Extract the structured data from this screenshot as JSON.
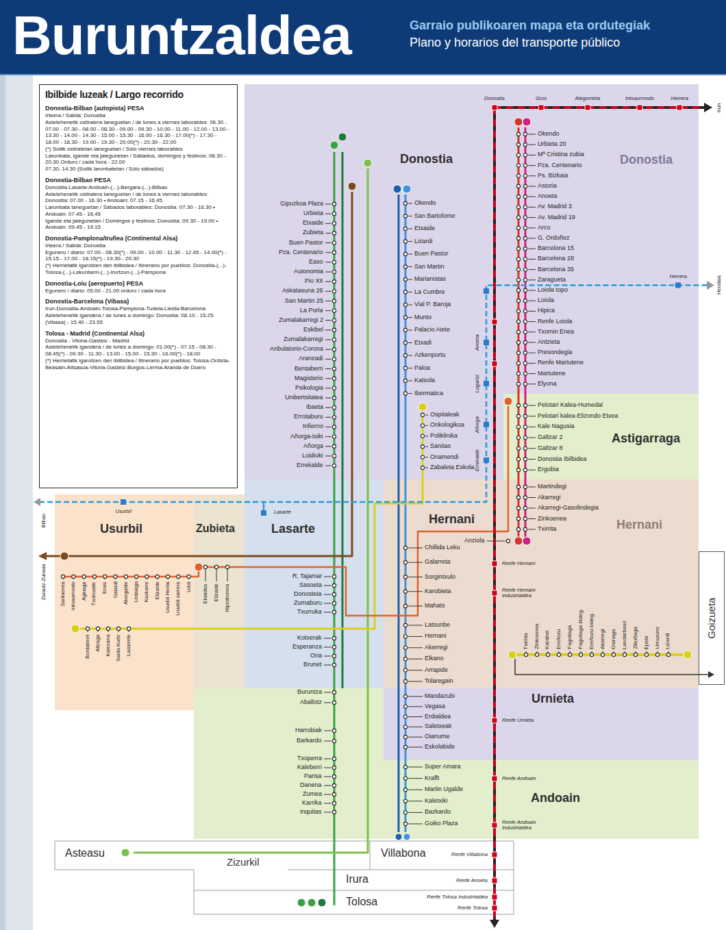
{
  "diagram": {
    "title": "Buruntzaldea",
    "nodes": [
      {
        "text": [
          "Ibilbide luzeak / Largo recorrido",
          "Donostia-Bilbao (autopista) PESA",
          "Irteera / Salida: Donostia",
          "Astelehenetik ostiralera laneguetan / de lunes a viernes laborables: 06.30 - 07.00 - 07.30 - 08.00 - 08.30 - 09.00 - 09.30 - 10.00 - 11.00 - 12.00 - 13.00 - 13.30 - 14.00 - 14.30 - 15.00 - 15.30 - 16.00 - 16.30 - 17.00(*) - 17.30 - 18.00 - 18.30 - 19.00 - 19.30 - 20.00(*) - 20.30 - 22.00",
          "(*) Soilik ostiraletan laneguetan / Sólo viernes laborables",
          "Larunbata, igande eta jaiegunetan / Sábados, domingos y festivos: 08.30 - 20.30 Orduro / cada hora - 22.00",
          "07.30, 14.30 (Soilik larunbatetan / Sólo sábados)",
          "Donostia-Bilbao PESA",
          "Donostia-Lasarte-Andoain-(...)-Bergara-(...)-Bilbao",
          "Astelehenetik ostiralera laneguetan / de lunes a viernes laborables: Donostia: 07.00 - 16.30 • Andoain: 07.15 - 16.45",
          "Larunbata laneguetan / Sábados laborables: Donostia: 07.30 - 16.30 • Andoain: 07.45 - 16.45",
          "Igande eta jaiegunetan / Domingos y festivos: Donostia: 09.30 - 19.00 • Andoain: 09.45 - 19.15",
          "Donostia-Pamplona/Iruñea (Continental Alsa)",
          "Irteera / Salida: Donostia",
          "Egunero / diario: 07.00 - 08.30(*) - 09.00 - 10.00 - 11.30 - 12.45 - 14.00(*) - 15.15 - 17.00 - 18.15(*) - 19.30 - 20.30",
          "(*) Herrietatik igarotzen den ibilbidea / Itinerario por pueblos: Donostia-(...)-Tolosa-(...)-Lekunberri-(...)-Irurtzun-(...)-Pamplona",
          "Donostia-Loiu (aeropuerto) PESA",
          "Egunero / diario: 05.00 - 21.00 orduro / cada hora",
          "Donostia-Barcelona (Vibasa)",
          "Irun-Donostia-Andoain-Tolosa-Pamplona-Tudela-Lleida-Barcelona",
          "Astelehenetik igandera / de lunes a domingo: Donostia: 08.10 - 15.25 (Vibasa) - 15.40 - 23.55",
          "Tolosa - Madrid (Continental Alsa)",
          "Donostia - Vitoria-Gasteiz - Madrid",
          "Astelehenetik igandera / de lunes a domingo: 01.00(*) - 07.15 - 08.30 - 08.45(*) - 09.30 - 11.30 - 13.00 - 15.00 - 15.30 - 16.00(*) - 18.00",
          "(*) Herrietatik igarotzen den ibilbidea / Itinerario por pueblos: Tolosa-Ordizia-Beasain-Altsasua-Vitoria-Gasteiz-Burgos-Lerma-Aranda de Duero"
        ]
      },
      {
        "text": [
          "Donostia"
        ]
      },
      {
        "text": [
          "Astigarraga"
        ]
      },
      {
        "text": [
          "Lasarte"
        ]
      },
      {
        "text": [
          "Hernani"
        ]
      },
      {
        "text": [
          "Usurbil"
        ]
      },
      {
        "text": [
          "Zubieta"
        ]
      },
      {
        "text": [
          "Urnieta"
        ]
      },
      {
        "text": [
          "Andoain"
        ]
      },
      {
        "text": [
          "Goizueta"
        ]
      },
      {
        "text": [
          "Asteasu"
        ]
      },
      {
        "text": [
          "Villabona"
        ]
      },
      {
        "text": [
          "Irura"
        ]
      },
      {
        "text": [
          "Tolosa"
        ]
      }
    ],
    "labels": [
      "Garraio publikoaren mapa eta ordutegiak",
      "Plano y horarios del transporte público",
      "Donostia",
      "Hernani",
      "Donostia",
      "Gros",
      "Ategorrieta",
      "Intxaurrondo",
      "Herrera",
      "Irun",
      "Anoeta",
      "Lugaritz",
      "Añorga",
      "Errekalde",
      "Herrera",
      "Hendaia",
      "Usurbil",
      "Lasarte",
      "Bilbao",
      "Zarautz-Zumaia",
      "Renfe Hernani",
      "Renfe Hernani Industrialdea",
      "Renfe Urnieta",
      "Renfe Andoain",
      "Renfe Andoain Industrialdea",
      "Renfe Villabona",
      "Renfe Anoeta",
      "Renfe Tolosa Industrialdea",
      "Renfe Tolosa",
      "Gipuzkoa Plaza",
      "Urbieta",
      "Etxaide",
      "Zubieta",
      "Buen Pastor",
      "Pza. Centenario",
      "Easo",
      "Autonomia",
      "Pio XII",
      "Askatasuna 26",
      "San Martin 25",
      "La Porla",
      "Zumalakarregi 2",
      "Eskibel",
      "Zumalakarregi",
      "Anbulatorio-Corona",
      "Aranzadi",
      "Bentaberri",
      "Magisterio",
      "Psikologia",
      "Unibertsitatea",
      "Ibaeta",
      "Errotaburu",
      "Infierno",
      "Añorga-txiki",
      "Añorga",
      "Loidioki",
      "Errekalde",
      "Okendo",
      "San Bartolome",
      "Etxaide",
      "Lizardi",
      "Buen Pastor",
      "San Martin",
      "Marianistas",
      "La Cumbre",
      "Vial P. Baroja",
      "Munto",
      "Palacio Aiete",
      "Etxadi",
      "Azkenportu",
      "Paloa",
      "Katsola",
      "Ibermatica",
      "Ospitaleak",
      "Onkologikoa",
      "Poliklinika",
      "Sanitas",
      "Onamendi",
      "Zabaleta Eskola",
      "Okendo",
      "Urbieta 20",
      "Mª Cristina zubia",
      "Pza. Centenario",
      "Ps. Bizkaia",
      "Astoria",
      "Anoeta",
      "Av. Madrid 3",
      "Av. Madrid 19",
      "Arco",
      "G. Ordoñez",
      "Barcelona 15",
      "Barcelona 28",
      "Barcelona 35",
      "Zaragueta",
      "Loiola topo",
      "Loiola",
      "Hipica",
      "Renfe Loiola",
      "Txomin Enea",
      "Antzieta",
      "Presondegia",
      "Renfe Martutene",
      "Martutene",
      "Elyona",
      "Pelotari Kalea-Humedal",
      "Pelotari kalea-Elizondo Etxea",
      "Kale Nagusia",
      "Galtzar 2",
      "Galtzar 8",
      "Donostia Ibilbidea",
      "Ergobia",
      "Martindegi",
      "Akarregi",
      "Akarregi-Gasolindegia",
      "Zinkoenea",
      "Txirrita",
      "Anziola",
      "Chillida Leku",
      "Galarreta",
      "Sorgintxulo",
      "Karobieta",
      "Mahats",
      "Latsunbe",
      "Hernani",
      "Akerregi",
      "Elkano",
      "Arrapide",
      "Tolaregain",
      "Txirrita",
      "Zinkoenea",
      "Karabel",
      "Ereñozu",
      "Fagollaga",
      "Fagollaga bideg.",
      "Ereñozu bideg.",
      "Akarregi",
      "Osinaga",
      "Landarbaso",
      "Zikuñaga",
      "Epele",
      "Urruzuno",
      "Lizardi",
      "Mandazubi",
      "Vegasa",
      "Erdialdea",
      "Saletxeak",
      "Oianume",
      "Eskolabide",
      "Super Amara",
      "Krafft",
      "Martin Ugalde",
      "Kaletxiki",
      "Bazkardo",
      "Goiko Plaza",
      "Buruntza",
      "Aballotz",
      "Harrobiak",
      "Barkardo",
      "Txoperra",
      "Kaleberri",
      "Parisa",
      "Danena",
      "Zumea",
      "Karrika",
      "Inquitas",
      "R. Tajamar",
      "Sasoeta",
      "Donosteia",
      "Zumaburu",
      "Txurruka",
      "Kotxerak",
      "Esperanza",
      "Oria",
      "Brunet",
      "Santuenea",
      "Intxaurrondo",
      "Aginaga",
      "Txokoalde",
      "Ernio",
      "Galardi",
      "Atxegalde",
      "Urdaiaga",
      "Kaxkarre",
      "Elizalde",
      "Usurbil Herria",
      "Usurbil sarrera",
      "Urbil",
      "Ekialdea",
      "Elizalde",
      "Hipodromoa",
      "Bordaberri",
      "Aitzaga",
      "Kalezarra",
      "Santa Kurtz",
      "Lasarrete",
      "Zizurkil"
    ]
  }
}
